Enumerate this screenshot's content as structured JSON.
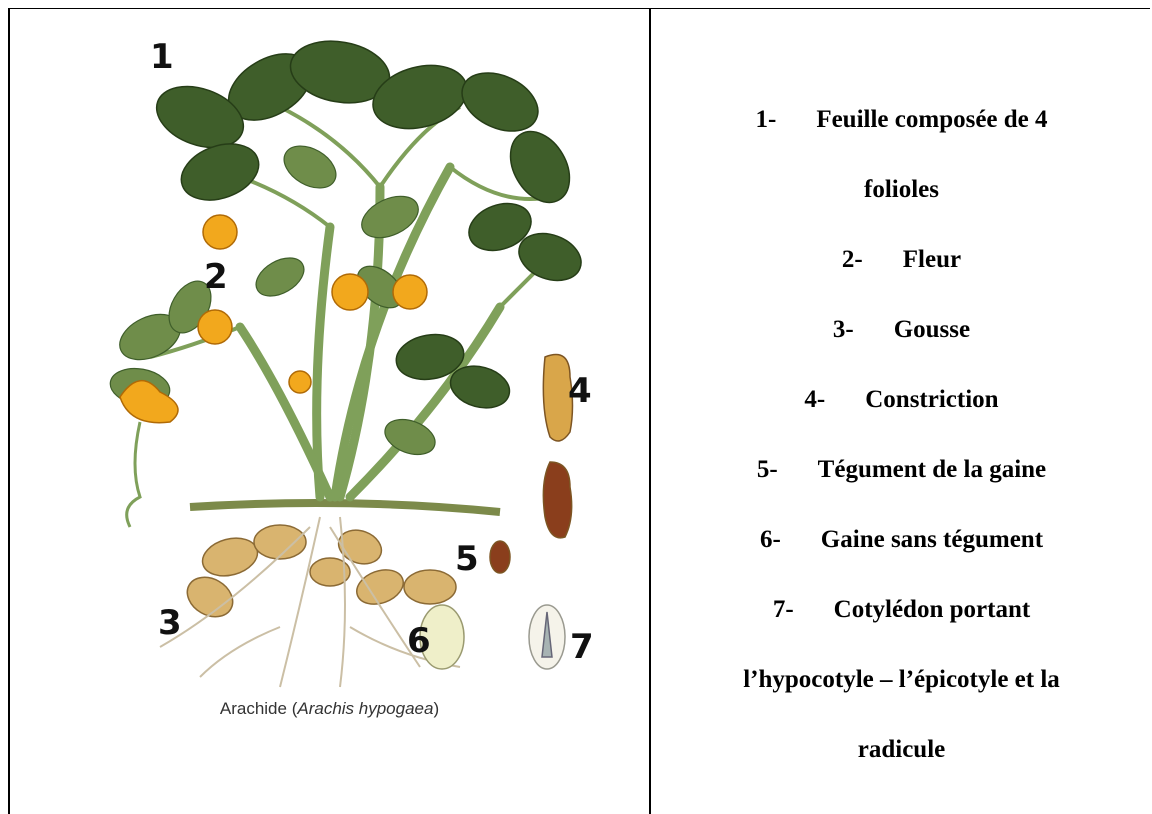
{
  "caption": {
    "prefix": "Arachide (",
    "species": "Arachis hypogaea",
    "suffix": ")"
  },
  "figure_labels": [
    "1",
    "2",
    "3",
    "4",
    "5",
    "6",
    "7"
  ],
  "legend": [
    {
      "num": "1-",
      "text": "Feuille composée de 4"
    },
    {
      "num": "",
      "text": "folioles"
    },
    {
      "num": "2-",
      "text": "Fleur"
    },
    {
      "num": "3-",
      "text": "Gousse"
    },
    {
      "num": "4-",
      "text": "Constriction"
    },
    {
      "num": "5-",
      "text": "Tégument de la gaine"
    },
    {
      "num": "6-",
      "text": "Gaine sans tégument"
    },
    {
      "num": "7-",
      "text": "Cotylédon portant"
    },
    {
      "num": "",
      "text": "l’hypocotyle – l’épicotyle et la"
    },
    {
      "num": "",
      "text": "radicule"
    }
  ],
  "colors": {
    "leaf": "#3f5e2a",
    "leaf_light": "#6f8d4a",
    "flower": "#f2a81d",
    "pod": "#d9b46f",
    "seed": "#8a3e1c",
    "root": "#cbbfa5"
  }
}
